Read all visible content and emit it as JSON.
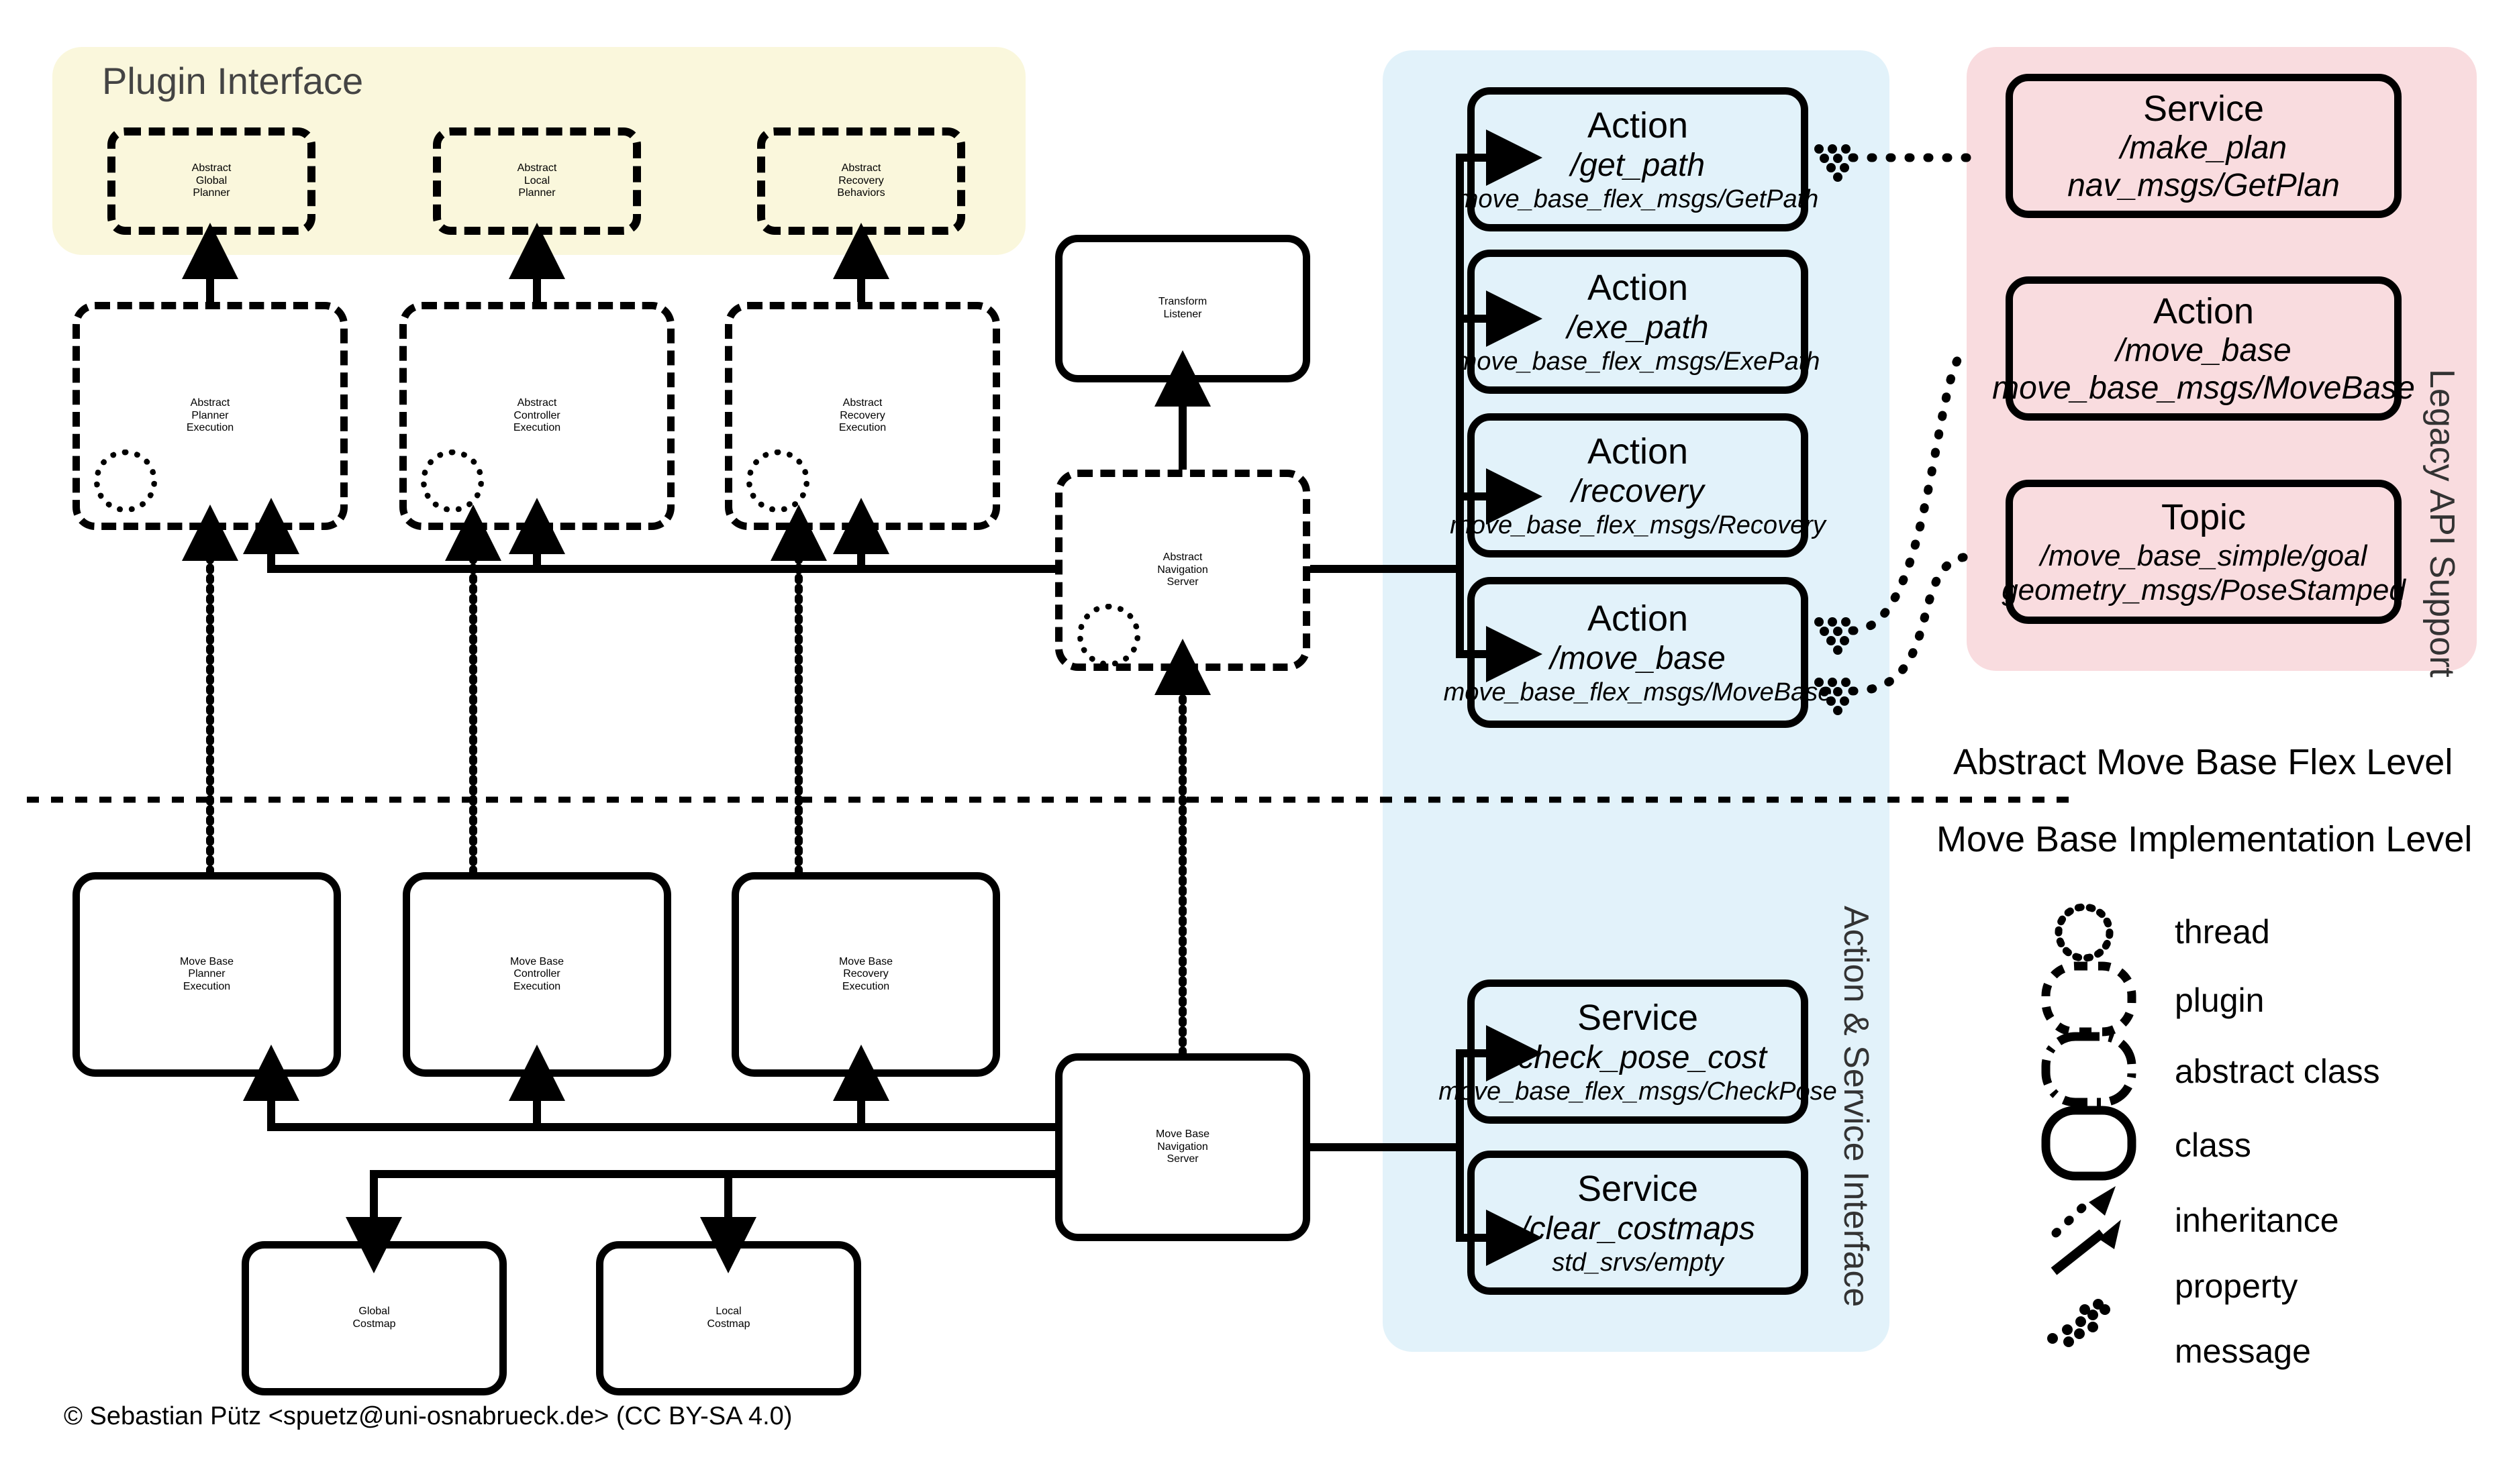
{
  "panels": {
    "plugin_interface": {
      "title": "Plugin Interface",
      "color": "#faf7dc"
    },
    "action_service": {
      "title": "Action & Service Interface",
      "color": "#e2f2fa"
    },
    "legacy": {
      "title": "Legacy API Support",
      "color": "#f9dcdf"
    }
  },
  "levels": {
    "upper": "Abstract Move Base Flex Level",
    "lower": "Move Base Implementation Level"
  },
  "plugins": [
    {
      "lines": [
        "Abstract",
        "Global",
        "Planner"
      ]
    },
    {
      "lines": [
        "Abstract",
        "Local",
        "Planner"
      ]
    },
    {
      "lines": [
        "Abstract",
        "Recovery",
        "Behaviors"
      ]
    }
  ],
  "abstract_executions": [
    {
      "lines": [
        "Abstract",
        "Planner",
        "Execution"
      ]
    },
    {
      "lines": [
        "Abstract",
        "Controller",
        "Execution"
      ]
    },
    {
      "lines": [
        "Abstract",
        "Recovery",
        "Execution"
      ]
    }
  ],
  "transform_listener": {
    "lines": [
      "Transform",
      "Listener"
    ]
  },
  "abstract_navigation_server": {
    "lines": [
      "Abstract",
      "Navigation",
      "Server"
    ]
  },
  "move_base_navigation_server": {
    "lines": [
      "Move Base",
      "Navigation",
      "Server"
    ]
  },
  "move_base_executions": [
    {
      "lines": [
        "Move Base",
        "Planner",
        "Execution"
      ]
    },
    {
      "lines": [
        "Move Base",
        "Controller",
        "Execution"
      ]
    },
    {
      "lines": [
        "Move Base",
        "Recovery",
        "Execution"
      ]
    }
  ],
  "costmaps": [
    {
      "lines": [
        "Global",
        "Costmap"
      ]
    },
    {
      "lines": [
        "Local",
        "Costmap"
      ]
    }
  ],
  "actions": [
    {
      "kind": "Action",
      "name": "/get_path",
      "type": "move_base_flex_msgs/GetPath"
    },
    {
      "kind": "Action",
      "name": "/exe_path",
      "type": "move_base_flex_msgs/ExePath"
    },
    {
      "kind": "Action",
      "name": "/recovery",
      "type": "move_base_flex_msgs/Recovery"
    },
    {
      "kind": "Action",
      "name": "/move_base",
      "type": "move_base_flex_msgs/MoveBase"
    }
  ],
  "services": [
    {
      "kind": "Service",
      "name": "/check_pose_cost",
      "type": "move_base_flex_msgs/CheckPose"
    },
    {
      "kind": "Service",
      "name": "/clear_costmaps",
      "type": "std_srvs/empty"
    }
  ],
  "legacy_items": [
    {
      "kind": "Service",
      "name": "/make_plan",
      "type": "nav_msgs/GetPlan"
    },
    {
      "kind": "Action",
      "name": "/move_base",
      "type": "move_base_msgs/MoveBase"
    },
    {
      "kind": "Topic",
      "name": "/move_base_simple/goal",
      "type": "geometry_msgs/PoseStamped"
    }
  ],
  "legend": [
    {
      "icon": "thread-icon",
      "label": "thread"
    },
    {
      "icon": "plugin-icon",
      "label": "plugin"
    },
    {
      "icon": "abstract-class-icon",
      "label": "abstract class"
    },
    {
      "icon": "class-icon",
      "label": "class"
    },
    {
      "icon": "inheritance-icon",
      "label": "inheritance"
    },
    {
      "icon": "property-icon",
      "label": "property"
    },
    {
      "icon": "message-icon",
      "label": "message"
    }
  ],
  "copyright": "© Sebastian Pütz <spuetz@uni-osnabrueck.de> (CC BY-SA 4.0)"
}
